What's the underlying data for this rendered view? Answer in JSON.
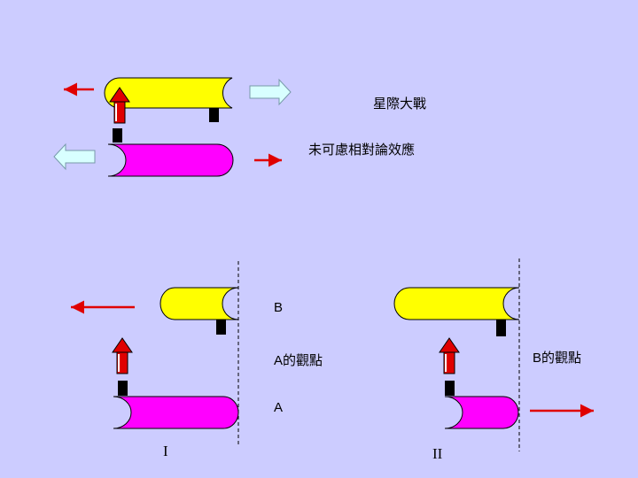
{
  "labels": {
    "title": "星際大戰",
    "subtitle": "未可慮相對論效應",
    "ship_b": "B",
    "ship_a": "A",
    "view_a": "A的觀點",
    "view_b": "B的觀點",
    "case_1": "I",
    "case_2": "II"
  },
  "colors": {
    "background": "#ccccff",
    "ship_b_fill": "#ffff00",
    "ship_a_fill": "#ff00ff",
    "velocity_arrow": "#e00000",
    "light_arrow": "#d8ffff",
    "missile": "#e00000",
    "cannon": "#000000"
  }
}
